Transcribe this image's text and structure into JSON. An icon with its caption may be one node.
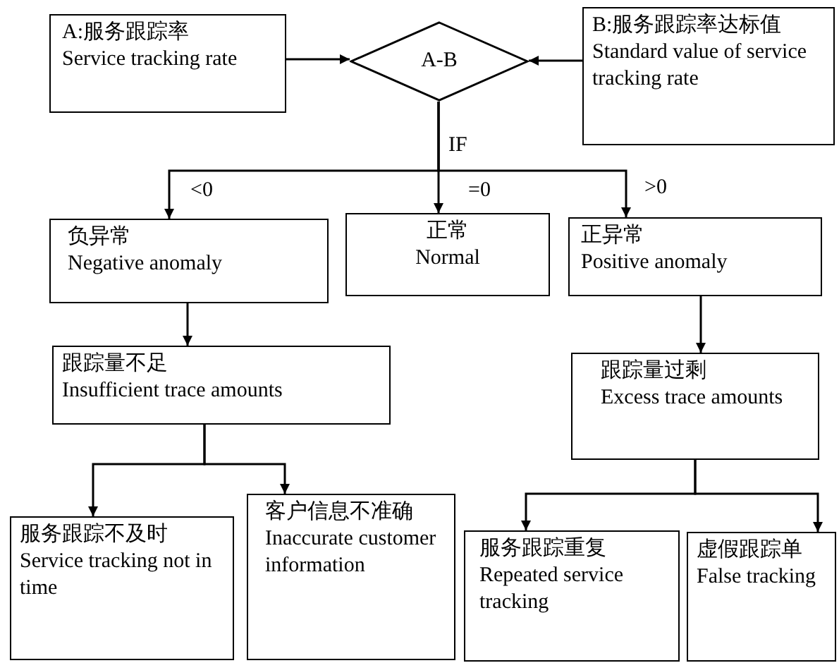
{
  "diagram": {
    "nodes": [
      {
        "text": [
          "A:服务跟踪率",
          "Service tracking rate"
        ]
      },
      {
        "text": [
          "A-B"
        ]
      },
      {
        "text": [
          "B:服务跟踪率达标值",
          "Standard value of service tracking rate"
        ]
      },
      {
        "text": [
          "负异常",
          "Negative anomaly"
        ]
      },
      {
        "text": [
          "正常",
          "Normal"
        ]
      },
      {
        "text": [
          "正异常",
          "Positive anomaly"
        ]
      },
      {
        "text": [
          "跟踪量不足",
          "Insufficient trace amounts"
        ]
      },
      {
        "text": [
          "跟踪量过剩",
          "Excess trace amounts"
        ]
      },
      {
        "text": [
          "服务跟踪不及时",
          "Service tracking not in time"
        ]
      },
      {
        "text": [
          "客户信息不准确",
          "Inaccurate customer information"
        ]
      },
      {
        "text": [
          "服务跟踪重复",
          "Repeated service tracking"
        ]
      },
      {
        "text": [
          "虚假跟踪单",
          "False tracking"
        ]
      }
    ],
    "edges": [
      {
        "from": 0,
        "to": 1,
        "arrow": "to"
      },
      {
        "from": 2,
        "to": 1,
        "arrow": "to"
      },
      {
        "from": 1,
        "to": 3,
        "arrow": "to",
        "label": "<0"
      },
      {
        "from": 1,
        "to": 4,
        "arrow": "to",
        "label": "=0"
      },
      {
        "from": 1,
        "to": 5,
        "arrow": "to",
        "label": ">0"
      },
      {
        "from": 3,
        "to": 6,
        "arrow": "to"
      },
      {
        "from": 6,
        "to": 8,
        "arrow": "to"
      },
      {
        "from": 6,
        "to": 9,
        "arrow": "to"
      },
      {
        "from": 5,
        "to": 7,
        "arrow": "to"
      },
      {
        "from": 7,
        "to": 10,
        "arrow": "to"
      },
      {
        "from": 7,
        "to": 11,
        "arrow": "to"
      }
    ],
    "labels": [
      "IF"
    ]
  }
}
